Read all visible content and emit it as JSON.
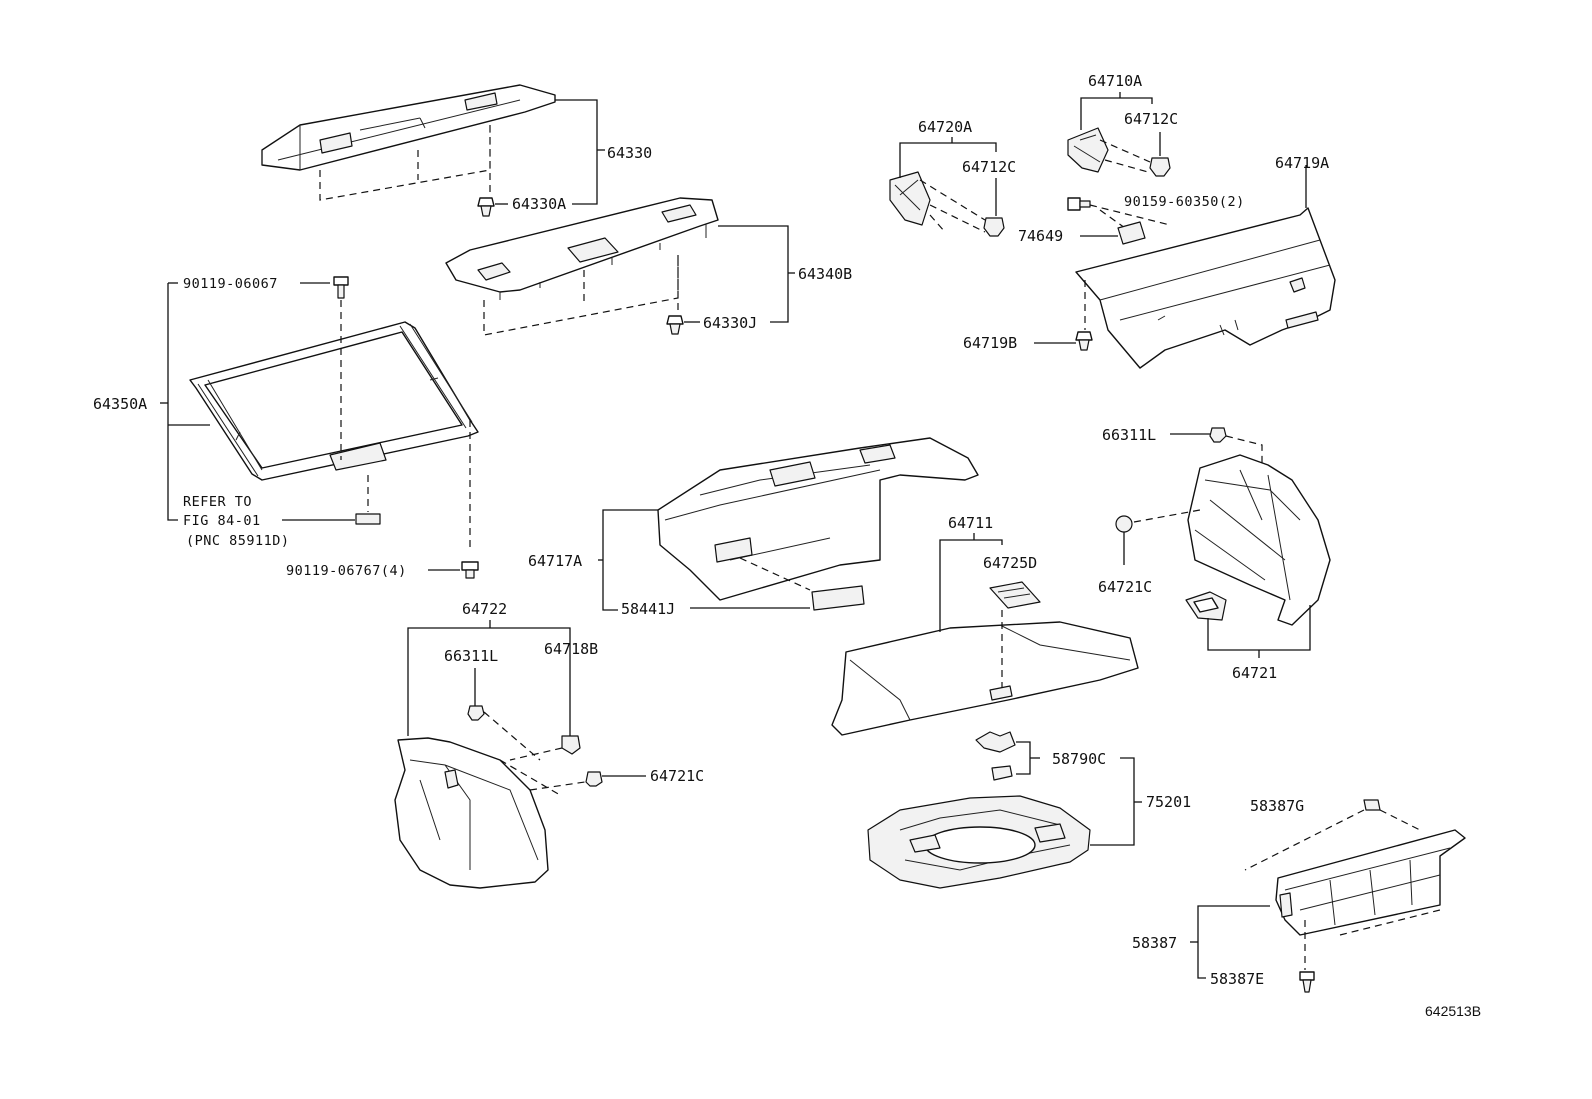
{
  "labels": {
    "p64330": "64330",
    "p64330A": "64330A",
    "p64340B": "64340B",
    "p64330J": "64330J",
    "p90119_06067": "90119-06067",
    "p64350A": "64350A",
    "refer_line1": "REFER TO",
    "refer_line2": "FIG 84-01",
    "refer_line3": "(PNC 85911D)",
    "p90119_06767": "90119-06767(4)",
    "p64720A": "64720A",
    "p64712C_left": "64712C",
    "p64710A": "64710A",
    "p64712C_right": "64712C",
    "p90159_60350": "90159-60350(2)",
    "p74649": "74649",
    "p64719A": "64719A",
    "p64719B": "64719B",
    "p66311L_right": "66311L",
    "p64721C_right": "64721C",
    "p64721": "64721",
    "p64717A": "64717A",
    "p58441J": "58441J",
    "p64711": "64711",
    "p64725D": "64725D",
    "p64722": "64722",
    "p66311L_left": "66311L",
    "p64718B": "64718B",
    "p64721C_left": "64721C",
    "p58790C": "58790C",
    "p75201": "75201",
    "p58387G": "58387G",
    "p58387": "58387",
    "p58387E": "58387E"
  },
  "figure_id": "642513B"
}
